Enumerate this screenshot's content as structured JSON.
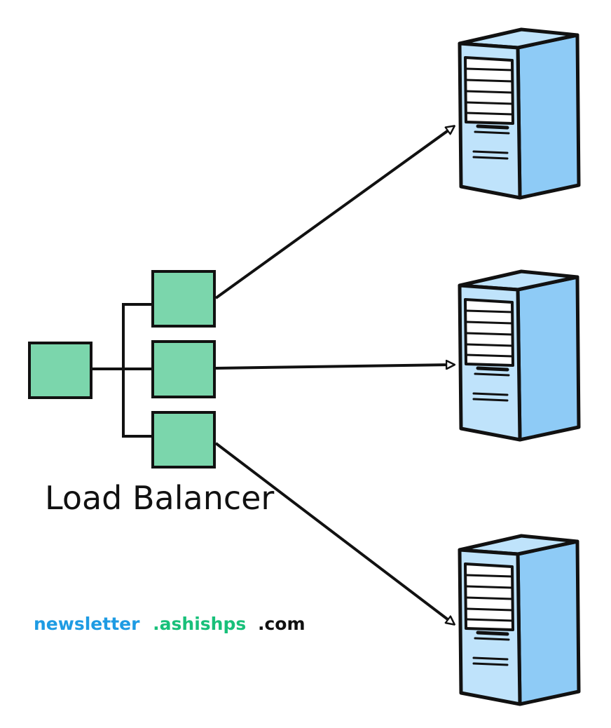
{
  "label": "Load Balancer",
  "brand": {
    "part1": "newsletter",
    "part2": ".ashishps",
    "part3": ".com"
  },
  "colors": {
    "node_fill": "#7bd6ac",
    "server_front": "#bfe3fb",
    "server_side": "#8ecbf6",
    "stroke": "#111111",
    "brand_blue": "#1e9be3",
    "brand_green": "#18c07a",
    "brand_dark": "#111111"
  },
  "icons": [
    "server-icon"
  ]
}
